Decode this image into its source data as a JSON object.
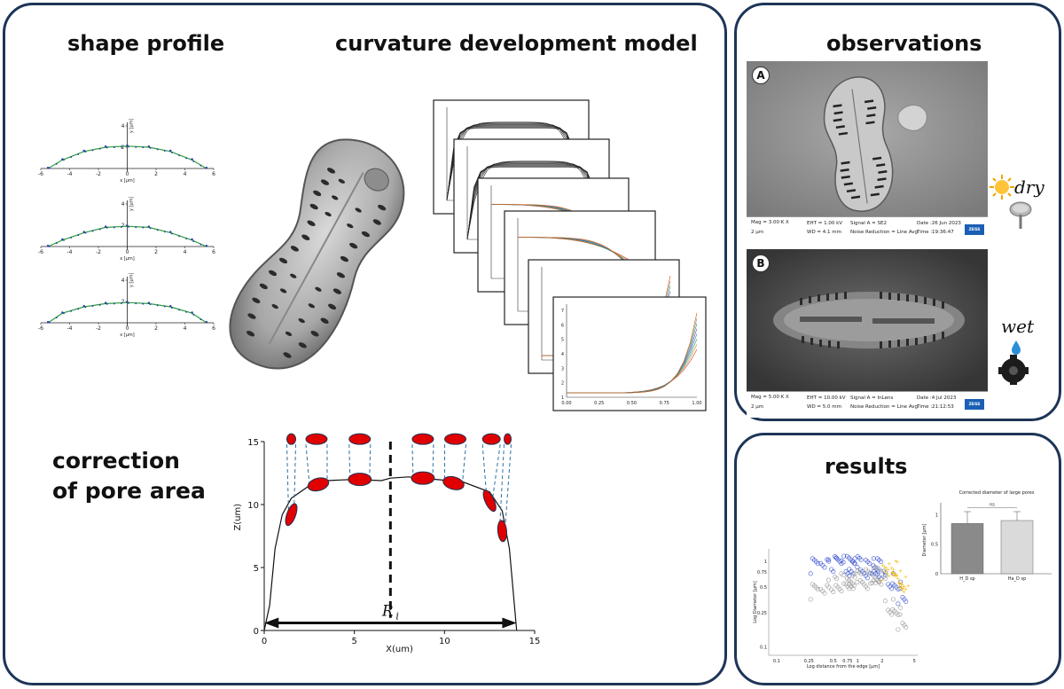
{
  "panels": {
    "main": {
      "shape_profile_title": "shape profile",
      "curvature_title": "curvature development model",
      "correction_title": "correction of pore area"
    },
    "observations": {
      "title": "observations",
      "sem_a": {
        "label": "A",
        "mag": "Mag =   3.00 K X",
        "eht": "EHT =  1.00 kV",
        "wd": "WD =  4.1 mm",
        "signal": "Signal A = SE2",
        "noise": "Noise Reduction = Line Avg",
        "date": "Date :26 Jun 2023",
        "time": "Time :19:36:47",
        "scale": "2 µm",
        "logo": "ZEISS"
      },
      "sem_b": {
        "label": "B",
        "mag": "Mag =   5.00 K X",
        "eht": "EHT = 10.00 kV",
        "wd": "WD =  5.0 mm",
        "signal": "Signal A = InLens",
        "noise": "Noise Reduction = Line Avg",
        "date": "Date :4 Jul 2023",
        "time": "Time :21:12:53",
        "scale": "2 µm",
        "logo": "ZEISS"
      },
      "dry_label": "dry",
      "wet_label": "wet"
    },
    "results": {
      "title": "results",
      "bar_chart_title": "Corrected diameter of large pores",
      "bar_ylabel": "Diameter [µm]",
      "bar_xlabel_1": "H_D sp",
      "bar_xlabel_2": "Ha_D sp",
      "bar_sig": "ns",
      "scatter_xlabel": "Log distance from the edge [µm]",
      "scatter_ylabel": "Log Diameter [µm]"
    }
  },
  "chart_data": [
    {
      "type": "line",
      "name": "correction-of-pore-area-profile",
      "xlabel": "X(um)",
      "ylabel": "Z(um)",
      "xlim": [
        0,
        15
      ],
      "ylim": [
        0,
        15
      ],
      "x_ticks": [
        0,
        5,
        10,
        15
      ],
      "y_ticks": [
        0,
        5,
        10,
        15
      ],
      "x": [
        0,
        0.3,
        0.6,
        1.0,
        1.5,
        2.5,
        3.5,
        5.0,
        6.5,
        7.0,
        8.0,
        9.5,
        11.0,
        12.5,
        13.2,
        13.6,
        14.0
      ],
      "y": [
        0,
        2.0,
        6.5,
        9.2,
        10.5,
        11.5,
        11.9,
        12.0,
        11.9,
        12.1,
        12.2,
        12.0,
        11.8,
        11.0,
        9.5,
        6.5,
        0
      ],
      "annotation": "R_i",
      "center_x": 7
    },
    {
      "type": "line",
      "name": "shape-profile-1",
      "xlabel": "x [µm]",
      "ylabel": "y [µm]",
      "xlim": [
        -6,
        6
      ],
      "ylim": [
        0,
        4
      ],
      "x_ticks": [
        -6,
        -4,
        -2,
        0,
        2,
        4,
        6
      ],
      "y_ticks": [
        2,
        4
      ],
      "x": [
        -5.5,
        -4.5,
        -3,
        -1.5,
        0,
        1.5,
        3,
        4.5,
        5.5
      ],
      "y": [
        0,
        0.8,
        1.6,
        2.0,
        2.1,
        2.0,
        1.6,
        0.8,
        0
      ]
    },
    {
      "type": "line",
      "name": "shape-profile-2",
      "xlabel": "x [µm]",
      "ylabel": "y [µm]",
      "xlim": [
        -6,
        6
      ],
      "ylim": [
        0,
        4
      ],
      "x_ticks": [
        -6,
        -4,
        -2,
        0,
        2,
        4,
        6
      ],
      "y_ticks": [
        2,
        4
      ],
      "x": [
        -5.5,
        -4.5,
        -3,
        -1.5,
        0,
        1.5,
        3,
        4.5,
        5.5
      ],
      "y": [
        0,
        0.6,
        1.3,
        1.8,
        1.9,
        1.8,
        1.3,
        0.6,
        0
      ]
    },
    {
      "type": "line",
      "name": "shape-profile-3",
      "xlabel": "x [µm]",
      "ylabel": "y [µm]",
      "xlim": [
        -6,
        6
      ],
      "ylim": [
        0,
        4
      ],
      "x_ticks": [
        -6,
        -4,
        -2,
        0,
        2,
        4,
        6
      ],
      "y_ticks": [
        2,
        4
      ],
      "x": [
        -5.5,
        -4.5,
        -3,
        -1.5,
        0,
        1.5,
        3,
        4.5,
        5.5
      ],
      "y": [
        0,
        0.9,
        1.5,
        1.8,
        1.9,
        1.8,
        1.5,
        0.9,
        0
      ]
    },
    {
      "type": "bar",
      "name": "corrected-diameter-bar",
      "title": "Corrected diameter of large pores",
      "categories": [
        "H_D sp",
        "Ha_D sp"
      ],
      "values": [
        0.85,
        0.9
      ],
      "errors": [
        0.2,
        0.15
      ],
      "ylabel": "Diameter [µm]",
      "ylim": [
        0,
        1.2
      ],
      "y_ticks": [
        0,
        0.5,
        1
      ]
    },
    {
      "type": "scatter",
      "name": "log-diameter-vs-distance",
      "xlabel": "Log distance from the edge [µm]",
      "ylabel": "Log Diameter [µm]",
      "x_ticks": [
        0.1,
        0.25,
        0.5,
        0.75,
        1,
        2,
        5
      ],
      "y_ticks": [
        0.1,
        0.25,
        0.5,
        0.75,
        1
      ],
      "series": [
        {
          "color": "#3a55d0",
          "x": [
            0.3,
            0.4,
            0.5,
            0.6,
            0.7,
            0.8,
            0.9,
            1.0,
            1.2,
            1.4,
            1.6,
            1.8,
            2.0,
            2.5,
            3.0,
            3.5
          ],
          "y": [
            0.9,
            1.0,
            0.95,
            1.05,
            0.85,
            1.0,
            0.9,
            0.95,
            0.8,
            0.9,
            0.85,
            0.9,
            0.7,
            0.6,
            0.5,
            0.4
          ]
        },
        {
          "color": "#9a9a9a",
          "x": [
            0.3,
            0.4,
            0.5,
            0.6,
            0.7,
            0.8,
            0.9,
            1.0,
            1.2,
            1.4,
            1.6,
            1.8,
            2.0,
            2.5,
            3.0,
            3.5
          ],
          "y": [
            0.45,
            0.5,
            0.55,
            0.5,
            0.6,
            0.55,
            0.6,
            0.65,
            0.6,
            0.7,
            0.65,
            0.7,
            0.6,
            0.3,
            0.25,
            0.2
          ]
        },
        {
          "color": "#f0b400",
          "x": [
            2.2,
            2.5,
            2.8,
            3.0,
            3.2,
            3.5,
            3.8
          ],
          "y": [
            0.75,
            0.8,
            0.85,
            0.7,
            0.6,
            0.5,
            0.55
          ]
        }
      ]
    }
  ]
}
